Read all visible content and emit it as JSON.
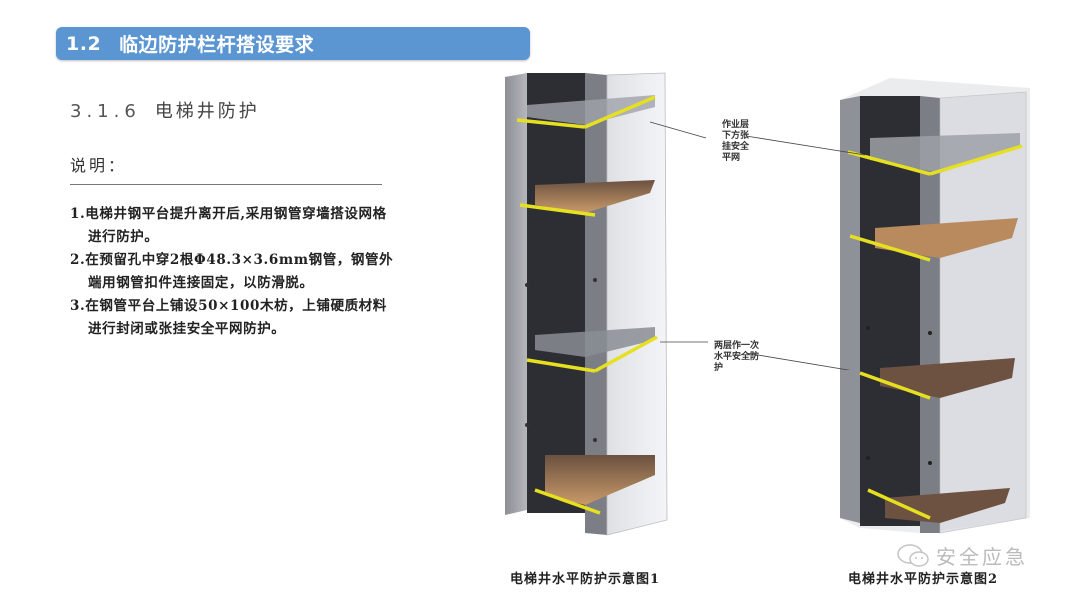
{
  "header": {
    "number": "1.2",
    "title": "临边防护栏杆搭设要求",
    "color": "#5b95d2"
  },
  "section": {
    "number": "3.1.6",
    "title": "电梯井防护"
  },
  "description_label": "说明：",
  "notes": [
    "1.电梯井钢平台提升离开后,采用钢管穿墙搭设网格进行防护。",
    "2.在预留孔中穿2根Φ48.3×3.6mm钢管，钢管外端用钢管扣件连接固定，以防滑脱。",
    "3.在钢管平台上铺设50×100木枋，上铺硬质材料进行封闭或张挂安全平网防护。"
  ],
  "figures": [
    {
      "caption": "电梯井水平防护示意图1"
    },
    {
      "caption": "电梯井水平防护示意图2"
    }
  ],
  "callouts": {
    "top": [
      "作业层",
      "下方张",
      "挂安全",
      "平网"
    ],
    "middle": [
      "两层作一次",
      "水平安全防",
      "护"
    ]
  },
  "watermark": {
    "icon": "wechat-icon",
    "text": "安全应急"
  },
  "colors": {
    "rail": "#e6e020",
    "wall": "#9a9ca3",
    "shaft": "#2c2d31",
    "board": "#b98a5e"
  }
}
